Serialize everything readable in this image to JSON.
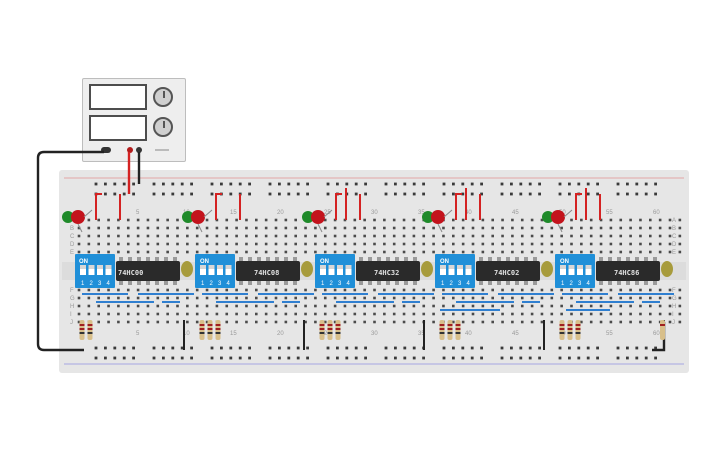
{
  "circuit": {
    "chips": [
      {
        "label": "74HC00",
        "dip_switch": {
          "on_label": "ON",
          "positions": [
            "1",
            "2",
            "3",
            "4"
          ]
        }
      },
      {
        "label": "74HC08",
        "dip_switch": {
          "on_label": "ON",
          "positions": [
            "1",
            "2",
            "3",
            "4"
          ]
        }
      },
      {
        "label": "74HC32",
        "dip_switch": {
          "on_label": "ON",
          "positions": [
            "1",
            "2",
            "3",
            "4"
          ]
        }
      },
      {
        "label": "74HC02",
        "dip_switch": {
          "on_label": "ON",
          "positions": [
            "1",
            "2",
            "3",
            "4"
          ]
        }
      },
      {
        "label": "74HC86",
        "dip_switch": {
          "on_label": "ON",
          "positions": [
            "1",
            "2",
            "3",
            "4"
          ]
        }
      }
    ]
  },
  "breadboard": {
    "column_numbers_top": [
      "5",
      "10",
      "15",
      "20",
      "25",
      "30",
      "35",
      "40",
      "45",
      "50",
      "55",
      "60"
    ],
    "column_numbers_bottom": [
      "1",
      "5",
      "10",
      "15",
      "20",
      "25",
      "30",
      "35",
      "40",
      "45",
      "50",
      "55",
      "60"
    ],
    "row_letters_top": [
      "A",
      "B",
      "C",
      "D",
      "E"
    ],
    "row_letters_bottom": [
      "F",
      "G",
      "H",
      "I",
      "J"
    ]
  },
  "colors": {
    "wire_red": "#d42222",
    "wire_black": "#222222",
    "wire_blue": "#2f7fd0",
    "dip_blue": "#1f8fd8",
    "chip_black": "#2a2a2a",
    "led_red": "#c3131c",
    "led_green": "#1f8a2a",
    "led_yellow": "#a79b3c",
    "resistor_tan": "#d8bf8a",
    "breadboard_grey": "#e6e6e6"
  }
}
